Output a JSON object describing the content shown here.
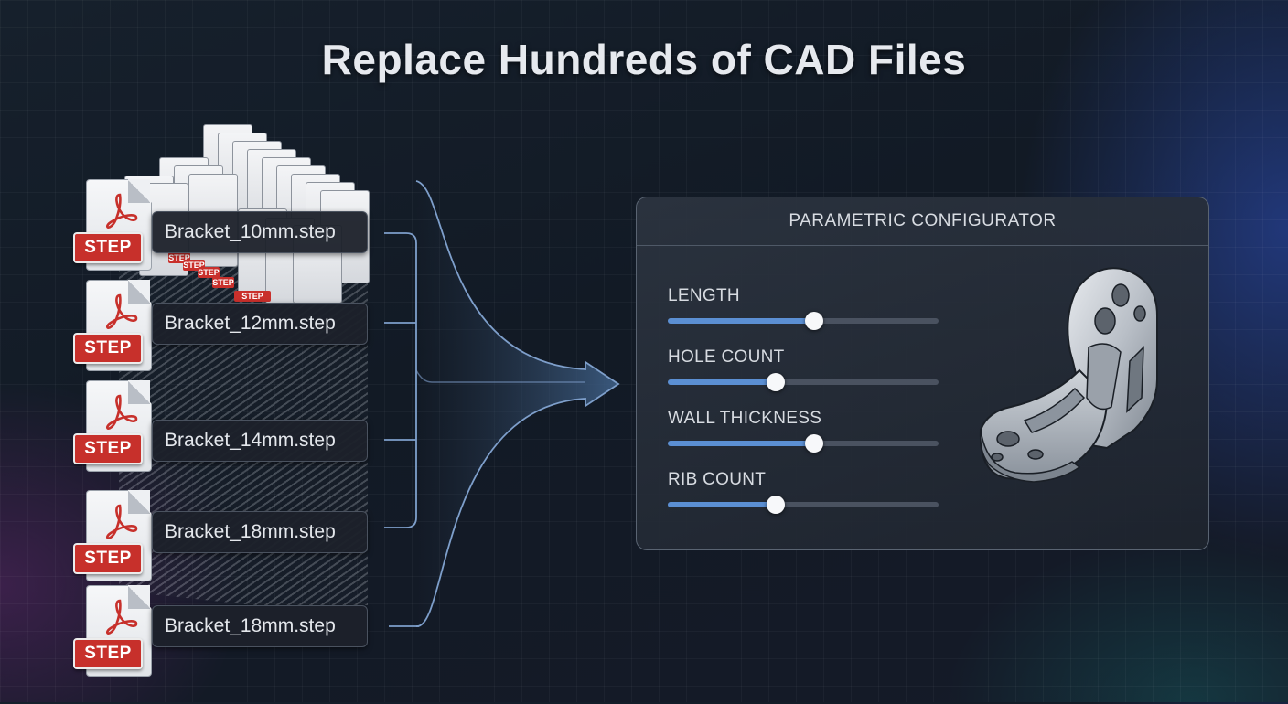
{
  "title": "Replace Hundreds of CAD Files",
  "files": [
    {
      "name": "Bracket_10mm.step",
      "badge": "STEP"
    },
    {
      "name": "Bracket_12mm.step",
      "badge": "STEP"
    },
    {
      "name": "Bracket_14mm.step",
      "badge": "STEP"
    },
    {
      "name": "Bracket_18mm.step",
      "badge": "STEP"
    },
    {
      "name": "Bracket_18mm.step",
      "badge": "STEP"
    }
  ],
  "stack_badges": [
    "STEP",
    "STEP",
    "STEP",
    "STEP",
    "STEP"
  ],
  "configurator": {
    "title": "PARAMETRIC CONFIGURATOR",
    "params": [
      {
        "label": "LENGTH",
        "value_pct": 54
      },
      {
        "label": "HOLE COUNT",
        "value_pct": 40
      },
      {
        "label": "WALL THICKNESS",
        "value_pct": 54
      },
      {
        "label": "RIB COUNT",
        "value_pct": 40
      }
    ]
  },
  "colors": {
    "accent": "#5b8fd3",
    "step_badge": "#c7302b",
    "connector": "#7e9fcb",
    "arrow": "#3e5f86"
  },
  "icons": [
    "pdf-acrobat-icon",
    "bracket-3d-model",
    "merge-arrow"
  ]
}
